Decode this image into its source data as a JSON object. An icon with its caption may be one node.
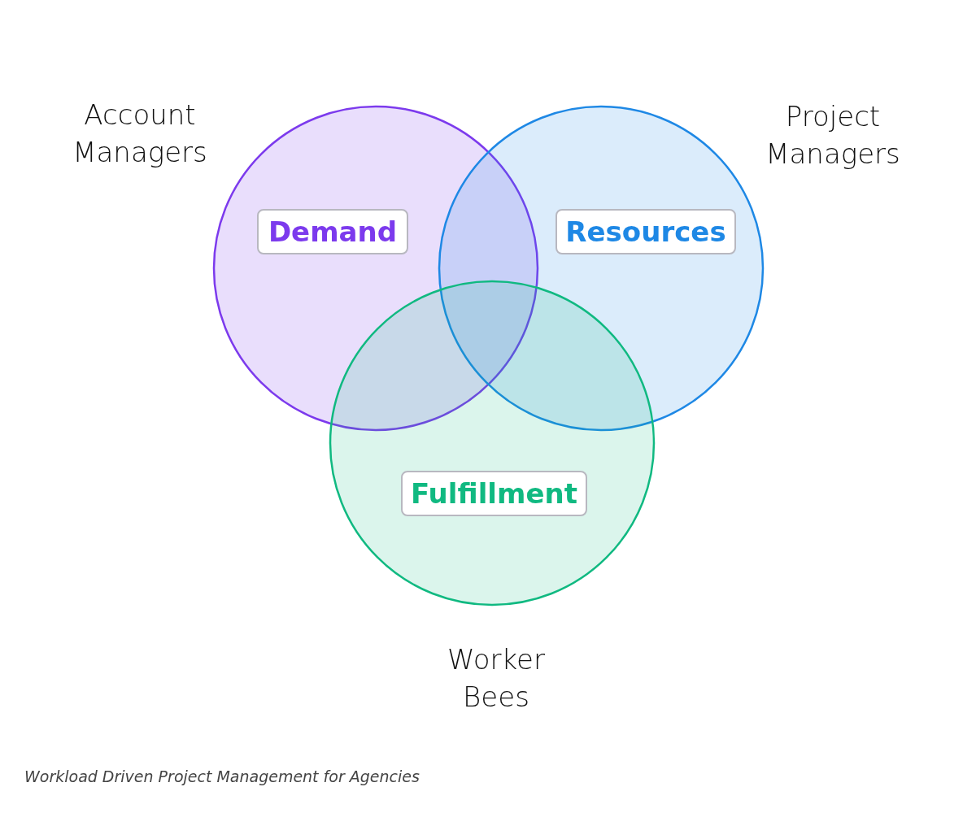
{
  "diagram": {
    "caption": "Workload Driven Project Management for Agencies",
    "nodes": [
      {
        "text": [
          "Account Managers"
        ]
      },
      {
        "text": [
          "Demand"
        ],
        "in": 0
      },
      {
        "text": [
          "Project Managers"
        ]
      },
      {
        "text": [
          "Resources"
        ],
        "in": 2
      },
      {
        "text": [
          "Worker Bees"
        ]
      },
      {
        "text": [
          "Fulfillment"
        ],
        "in": 4
      }
    ],
    "edges": []
  }
}
